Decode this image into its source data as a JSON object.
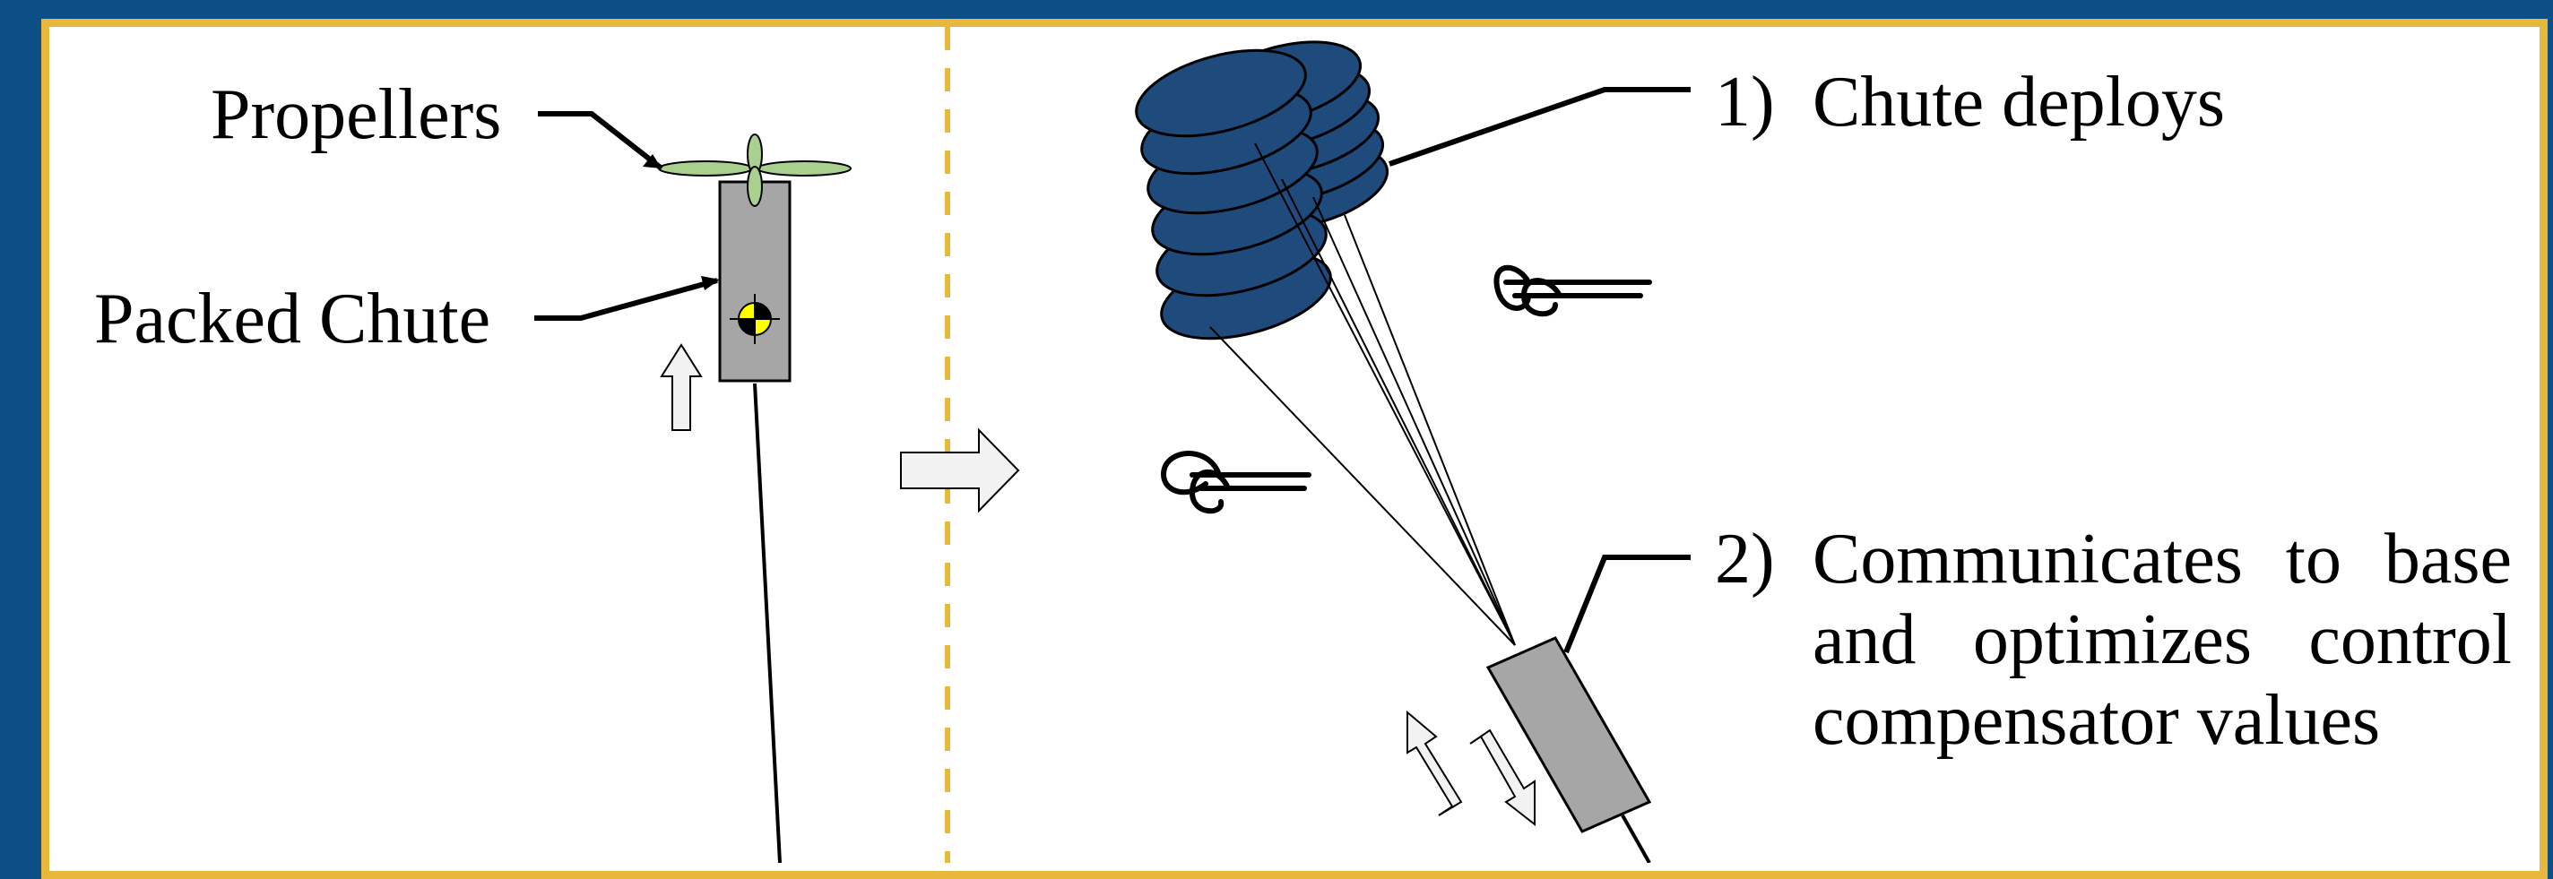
{
  "diagram": {
    "left_labels": {
      "propellers": "Propellers",
      "packed_chute": "Packed Chute"
    },
    "steps": [
      {
        "number": "1)",
        "lines": [
          "Chute deploys"
        ]
      },
      {
        "number": "2)",
        "lines": [
          "Communicates to base",
          "and optimizes control",
          "compensator values"
        ]
      }
    ],
    "colors": {
      "background_border": "#0b4f86",
      "panel_border": "#e8b83c",
      "chute": "#1e4a7c",
      "body": "#a6a6a6",
      "propeller": "#a9d08e",
      "cg_marker": "#ffff00"
    },
    "icons": [
      "wind-gust-icon",
      "wind-gust-icon",
      "right-arrow-icon",
      "up-arrow-icon",
      "bidirectional-arrow-icon",
      "center-of-gravity-icon"
    ]
  }
}
